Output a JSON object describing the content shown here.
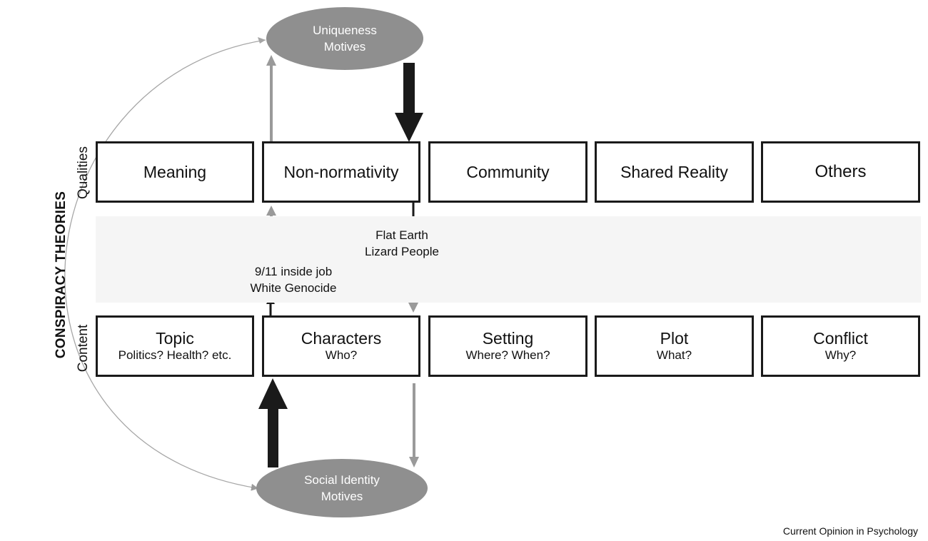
{
  "side_labels": {
    "main": "CONSPIRACY THEORIES",
    "qualities": "Qualities",
    "content": "Content"
  },
  "motives": {
    "uniqueness": [
      "Uniqueness",
      "Motives"
    ],
    "social_identity": [
      "Social Identity",
      "Motives"
    ]
  },
  "qualities": [
    "Meaning",
    "Non-normativity",
    "Community",
    "Shared Reality",
    "Others"
  ],
  "content": [
    {
      "title": "Topic",
      "sub": "Politics? Health? etc."
    },
    {
      "title": "Characters",
      "sub": "Who?"
    },
    {
      "title": "Setting",
      "sub": "Where? When?"
    },
    {
      "title": "Plot",
      "sub": "What?"
    },
    {
      "title": "Conflict",
      "sub": "Why?"
    }
  ],
  "examples": {
    "uniqueness": [
      "Flat Earth",
      "Lizard People"
    ],
    "social_identity": [
      "9/11 inside job",
      "White Genocide"
    ]
  },
  "source": "Current Opinion in Psychology",
  "colors": {
    "strong_arrow": "#1a1a1a",
    "weak_arrow": "#9a9a9a",
    "ellipse_fill": "#8f8f8f",
    "band": "#f5f5f5"
  }
}
